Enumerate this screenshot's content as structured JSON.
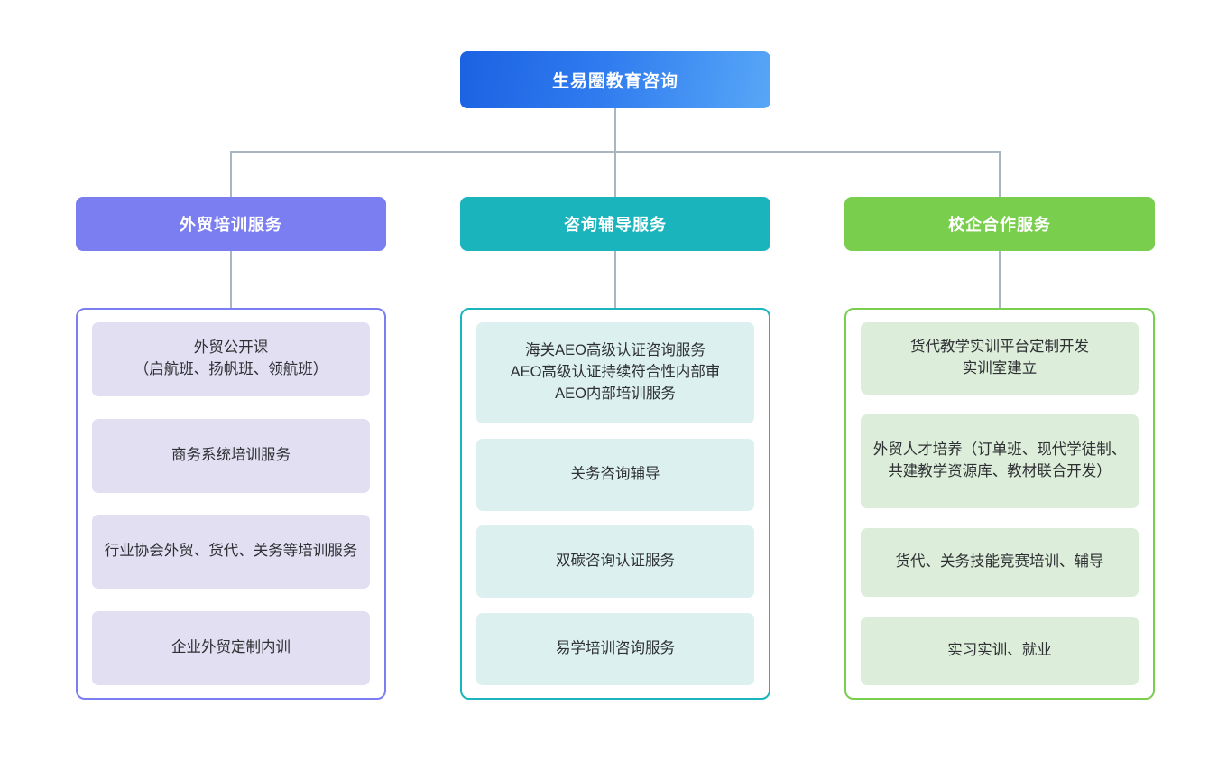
{
  "diagram": {
    "type": "organization-tree",
    "background": "#ffffff",
    "connector_color": "#a9b5c1",
    "root": {
      "label": "生易圈教育咨询",
      "gradient_from": "#1b62e2",
      "gradient_to": "#57a7f7",
      "text_color": "#ffffff"
    },
    "branches": [
      {
        "header": "外贸培训服务",
        "header_color": "#7b7ef0",
        "panel_border": "#7b7ef0",
        "chip_color": "#e2dff3",
        "items": [
          "外贸公开课\n（启航班、扬帆班、领航班）",
          "商务系统培训服务",
          "行业协会外贸、货代、关务等培训服务",
          "企业外贸定制内训"
        ]
      },
      {
        "header": "咨询辅导服务",
        "header_color": "#1ab4bd",
        "panel_border": "#1ab4bd",
        "chip_color": "#dcf0ef",
        "items": [
          "海关AEO高级认证咨询服务\nAEO高级认证持续符合性内部审\nAEO内部培训服务",
          "关务咨询辅导",
          "双碳咨询认证服务",
          "易学培训咨询服务"
        ]
      },
      {
        "header": "校企合作服务",
        "header_color": "#7ace4e",
        "panel_border": "#7ace4e",
        "chip_color": "#dcedda",
        "items": [
          "货代教学实训平台定制开发\n实训室建立",
          "外贸人才培养（订单班、现代学徒制、共建教学资源库、教材联合开发）",
          "货代、关务技能竞赛培训、辅导",
          "实习实训、就业"
        ]
      }
    ]
  }
}
